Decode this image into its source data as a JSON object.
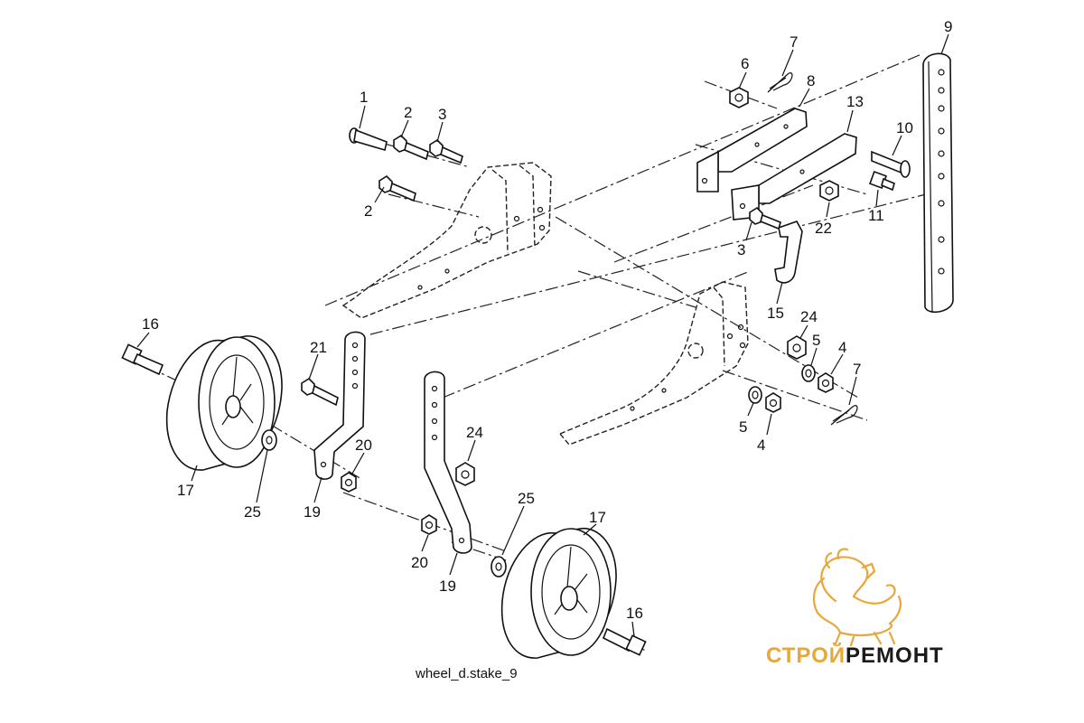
{
  "diagram": {
    "caption": "wheel_d.stake_9",
    "callouts": [
      {
        "id": "c1",
        "text": "1"
      },
      {
        "id": "c2a",
        "text": "2"
      },
      {
        "id": "c3a",
        "text": "3"
      },
      {
        "id": "c2b",
        "text": "2"
      },
      {
        "id": "c6",
        "text": "6"
      },
      {
        "id": "c7a",
        "text": "7"
      },
      {
        "id": "c8",
        "text": "8"
      },
      {
        "id": "c9",
        "text": "9"
      },
      {
        "id": "c13",
        "text": "13"
      },
      {
        "id": "c10",
        "text": "10"
      },
      {
        "id": "c11",
        "text": "11"
      },
      {
        "id": "c22",
        "text": "22"
      },
      {
        "id": "c3b",
        "text": "3"
      },
      {
        "id": "c15",
        "text": "15"
      },
      {
        "id": "c24a",
        "text": "24"
      },
      {
        "id": "c5a",
        "text": "5"
      },
      {
        "id": "c4a",
        "text": "4"
      },
      {
        "id": "c7b",
        "text": "7"
      },
      {
        "id": "c5b",
        "text": "5"
      },
      {
        "id": "c4b",
        "text": "4"
      },
      {
        "id": "c16a",
        "text": "16"
      },
      {
        "id": "c21",
        "text": "21"
      },
      {
        "id": "c17a",
        "text": "17"
      },
      {
        "id": "c25a",
        "text": "25"
      },
      {
        "id": "c19a",
        "text": "19"
      },
      {
        "id": "c20a",
        "text": "20"
      },
      {
        "id": "c24b",
        "text": "24"
      },
      {
        "id": "c25b",
        "text": "25"
      },
      {
        "id": "c17b",
        "text": "17"
      },
      {
        "id": "c20b",
        "text": "20"
      },
      {
        "id": "c19b",
        "text": "19"
      },
      {
        "id": "c16b",
        "text": "16"
      }
    ]
  },
  "logo": {
    "text": "СТРОЙРЕМОНТ",
    "icon": "lion-icon",
    "colors": {
      "gold": "#e7a73a",
      "dark": "#1b1b1b"
    }
  }
}
